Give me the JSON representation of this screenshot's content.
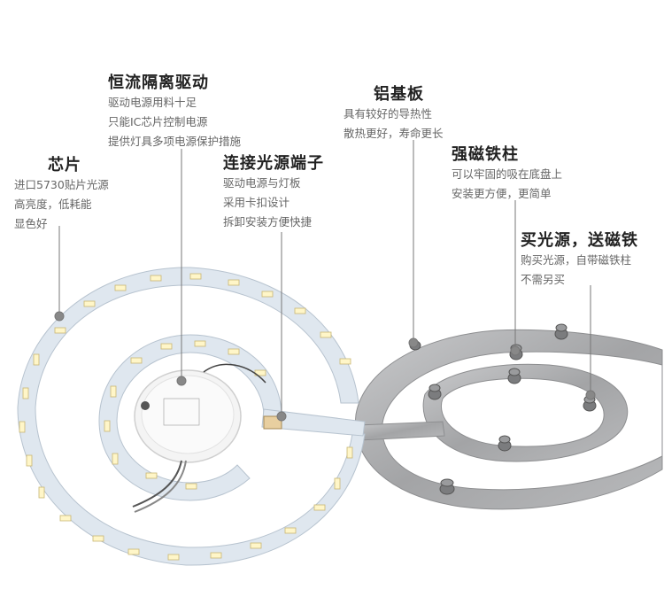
{
  "callouts": {
    "chip": {
      "title": "芯片",
      "lines": [
        "进口5730贴片光源",
        "高亮度，低耗能",
        "显色好"
      ]
    },
    "driver": {
      "title": "恒流隔离驱动",
      "lines": [
        "驱动电源用料十足",
        "只能IC芯片控制电源",
        "提供灯具多项电源保护措施"
      ]
    },
    "connector": {
      "title": "连接光源端子",
      "lines": [
        "驱动电源与灯板",
        "采用卡扣设计",
        "拆卸安装方便快捷"
      ]
    },
    "aluminum": {
      "title": "铝基板",
      "lines": [
        "具有较好的导热性",
        "散热更好，寿命更长"
      ]
    },
    "magnet": {
      "title": "强磁铁柱",
      "lines": [
        "可以牢固的吸在底盘上",
        "安装更方便，更简单"
      ]
    },
    "buy": {
      "title": "买光源，送磁铁",
      "lines": [
        "购买光源，自带磁铁柱",
        "不需另买"
      ]
    }
  },
  "colors": {
    "board": "#dfe7ef",
    "led": "#fff6c8",
    "chassis": "#a9aaac",
    "pointer": "#777777"
  }
}
